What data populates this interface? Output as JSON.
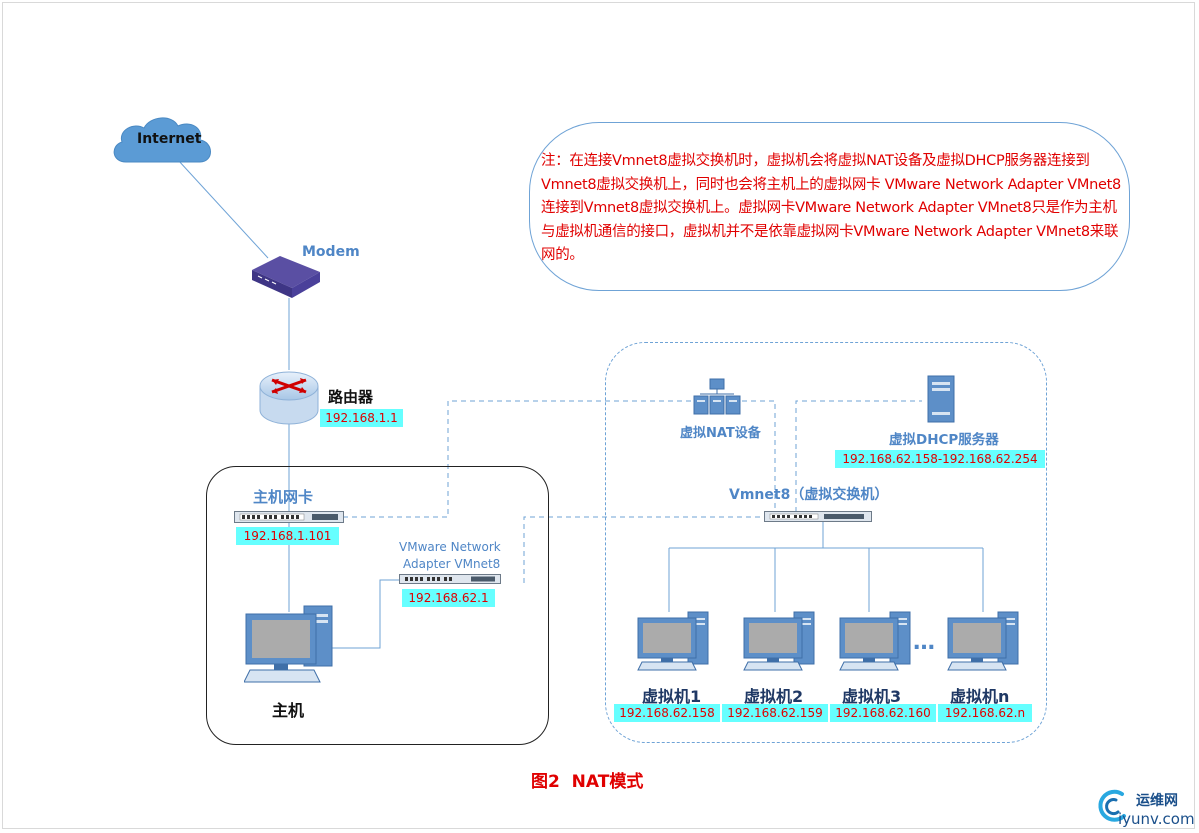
{
  "cloud": {
    "label": "Internet"
  },
  "modem": {
    "label": "Modem"
  },
  "router": {
    "label": "路由器",
    "ip": "192.168.1.1"
  },
  "host_nic": {
    "label": "主机网卡",
    "ip": "192.168.1.101"
  },
  "vmnet8_adapter": {
    "label_line1": "VMware Network",
    "label_line2": "Adapter VMnet8",
    "ip": "192.168.62.1"
  },
  "host": {
    "label": "主机"
  },
  "nat_device": {
    "label": "虚拟NAT设备"
  },
  "dhcp_server": {
    "label": "虚拟DHCP服务器",
    "range": "192.168.62.158-192.168.62.254"
  },
  "vswitch": {
    "label": "Vmnet8（虚拟交换机）"
  },
  "vms": [
    {
      "label": "虚拟机1",
      "ip": "192.168.62.158"
    },
    {
      "label": "虚拟机2",
      "ip": "192.168.62.159"
    },
    {
      "label": "虚拟机3",
      "ip": "192.168.62.160"
    },
    {
      "label": "虚拟机n",
      "ip": "192.168.62.n"
    }
  ],
  "ellipsis": "…",
  "note": {
    "text": "注：在连接Vmnet8虚拟交换机时，虚拟机会将虚拟NAT设备及虚拟DHCP服务器连接到Vmnet8虚拟交换机上，同时也会将主机上的虚拟网卡 VMware Network Adapter VMnet8连接到Vmnet8虚拟交换机上。虚拟网卡VMware Network Adapter VMnet8只是作为主机与虚拟机通信的接口，虚拟机并不是依靠虚拟网卡VMware Network Adapter VMnet8来联网的。"
  },
  "caption": "图2  NAT模式",
  "watermark": {
    "name": "运维网",
    "url": "iyunv.com"
  },
  "colors": {
    "ip_bg": "#66ffff",
    "ip_text": "#e00000",
    "label_blue": "#4f86c6",
    "note_red": "#e00000",
    "caption_red": "#e00000"
  }
}
